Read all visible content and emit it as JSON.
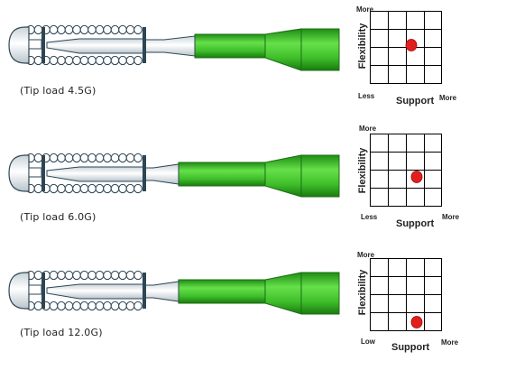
{
  "wires": [
    {
      "tip_label": "(Tip load 4.5G)",
      "graph": {
        "y_top": "More",
        "y_bottom": "Less",
        "x_right": "More",
        "y_axis": "Flexibility",
        "x_axis": "Support",
        "dot": {
          "support": 2.3,
          "flexibility": 2.1
        }
      }
    },
    {
      "tip_label": "(Tip load 6.0G)",
      "graph": {
        "y_top": "More",
        "y_bottom": "Less",
        "x_right": "More",
        "y_axis": "Flexibility",
        "x_axis": "Support",
        "dot": {
          "support": 2.6,
          "flexibility": 1.6
        }
      }
    },
    {
      "tip_label": "(Tip load 12.0G)",
      "graph": {
        "y_top": "More",
        "y_bottom": "Low",
        "x_right": "More",
        "y_axis": "Flexibility",
        "x_axis": "Support",
        "dot": {
          "support": 2.6,
          "flexibility": 0.45
        }
      }
    }
  ],
  "colors": {
    "shaft_green": "#3fbf2a",
    "coil_silver": "#e8eef2",
    "dot_red": "#e02020",
    "grid": "#000000"
  }
}
